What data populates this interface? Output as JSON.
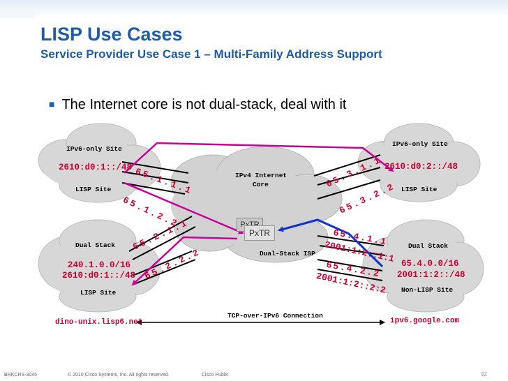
{
  "header": {
    "title": "LISP Use Cases",
    "subtitle": "Service Provider Use Case 1 – Multi-Family Address Support"
  },
  "bullet": "The Internet core is not dual-stack, deal with it",
  "sites": {
    "top_left": {
      "title": "IPv6-only Site",
      "prefix": "2610:d0:1::/48",
      "site_type": "LISP Site"
    },
    "top_right": {
      "title": "IPv6-only Site",
      "prefix": "2610:d0:2::/48",
      "site_type": "LISP Site"
    },
    "bottom_left": {
      "title": "Dual Stack",
      "prefix_v4": "240.1.0.0/16",
      "prefix_v6": "2610:d0:1::/48",
      "site_type": "LISP Site"
    },
    "bottom_right": {
      "title": "Dual Stack",
      "prefix_v4": "65.4.0.0/16",
      "prefix_v6": "2001:1:2::/48",
      "site_type": "Non-LISP Site"
    }
  },
  "core": {
    "ipv4_label_1": "IPv4 Internet",
    "ipv4_label_2": "Core",
    "isp_label": "Dual-Stack ISP",
    "pxtr_back": "PxTR",
    "pxtr_front": "PxTR"
  },
  "locators": {
    "l1": "65.1.1.1",
    "l2": "65.1.2.2",
    "l3": "65.2.1.1",
    "l4": "65.2.2.2",
    "l5": "65.3.1.1",
    "l6": "65.3.2.2",
    "l7": "65.4.1.1",
    "l7b": "2001:1:2::1:1",
    "l8": "65.4.2.2",
    "l8b": "2001:1:2::2:2"
  },
  "connection": {
    "label": "TCP-over-IPv6 Connection",
    "left_host": "dino-unix.lisp6.net",
    "right_host": "ipv6.google.com"
  },
  "footer": {
    "code": "BRKCRS-3045",
    "copyright": "© 2010 Cisco Systems, Inc. All rights reserved.",
    "classification": "Cisco Public",
    "page": "92"
  },
  "colors": {
    "title_blue": "#1f5ca8",
    "locator_red": "#cc0033",
    "path_magenta": "#cc0099",
    "path_blue": "#1133cc",
    "cloud_gray": "#d4d4d4"
  }
}
